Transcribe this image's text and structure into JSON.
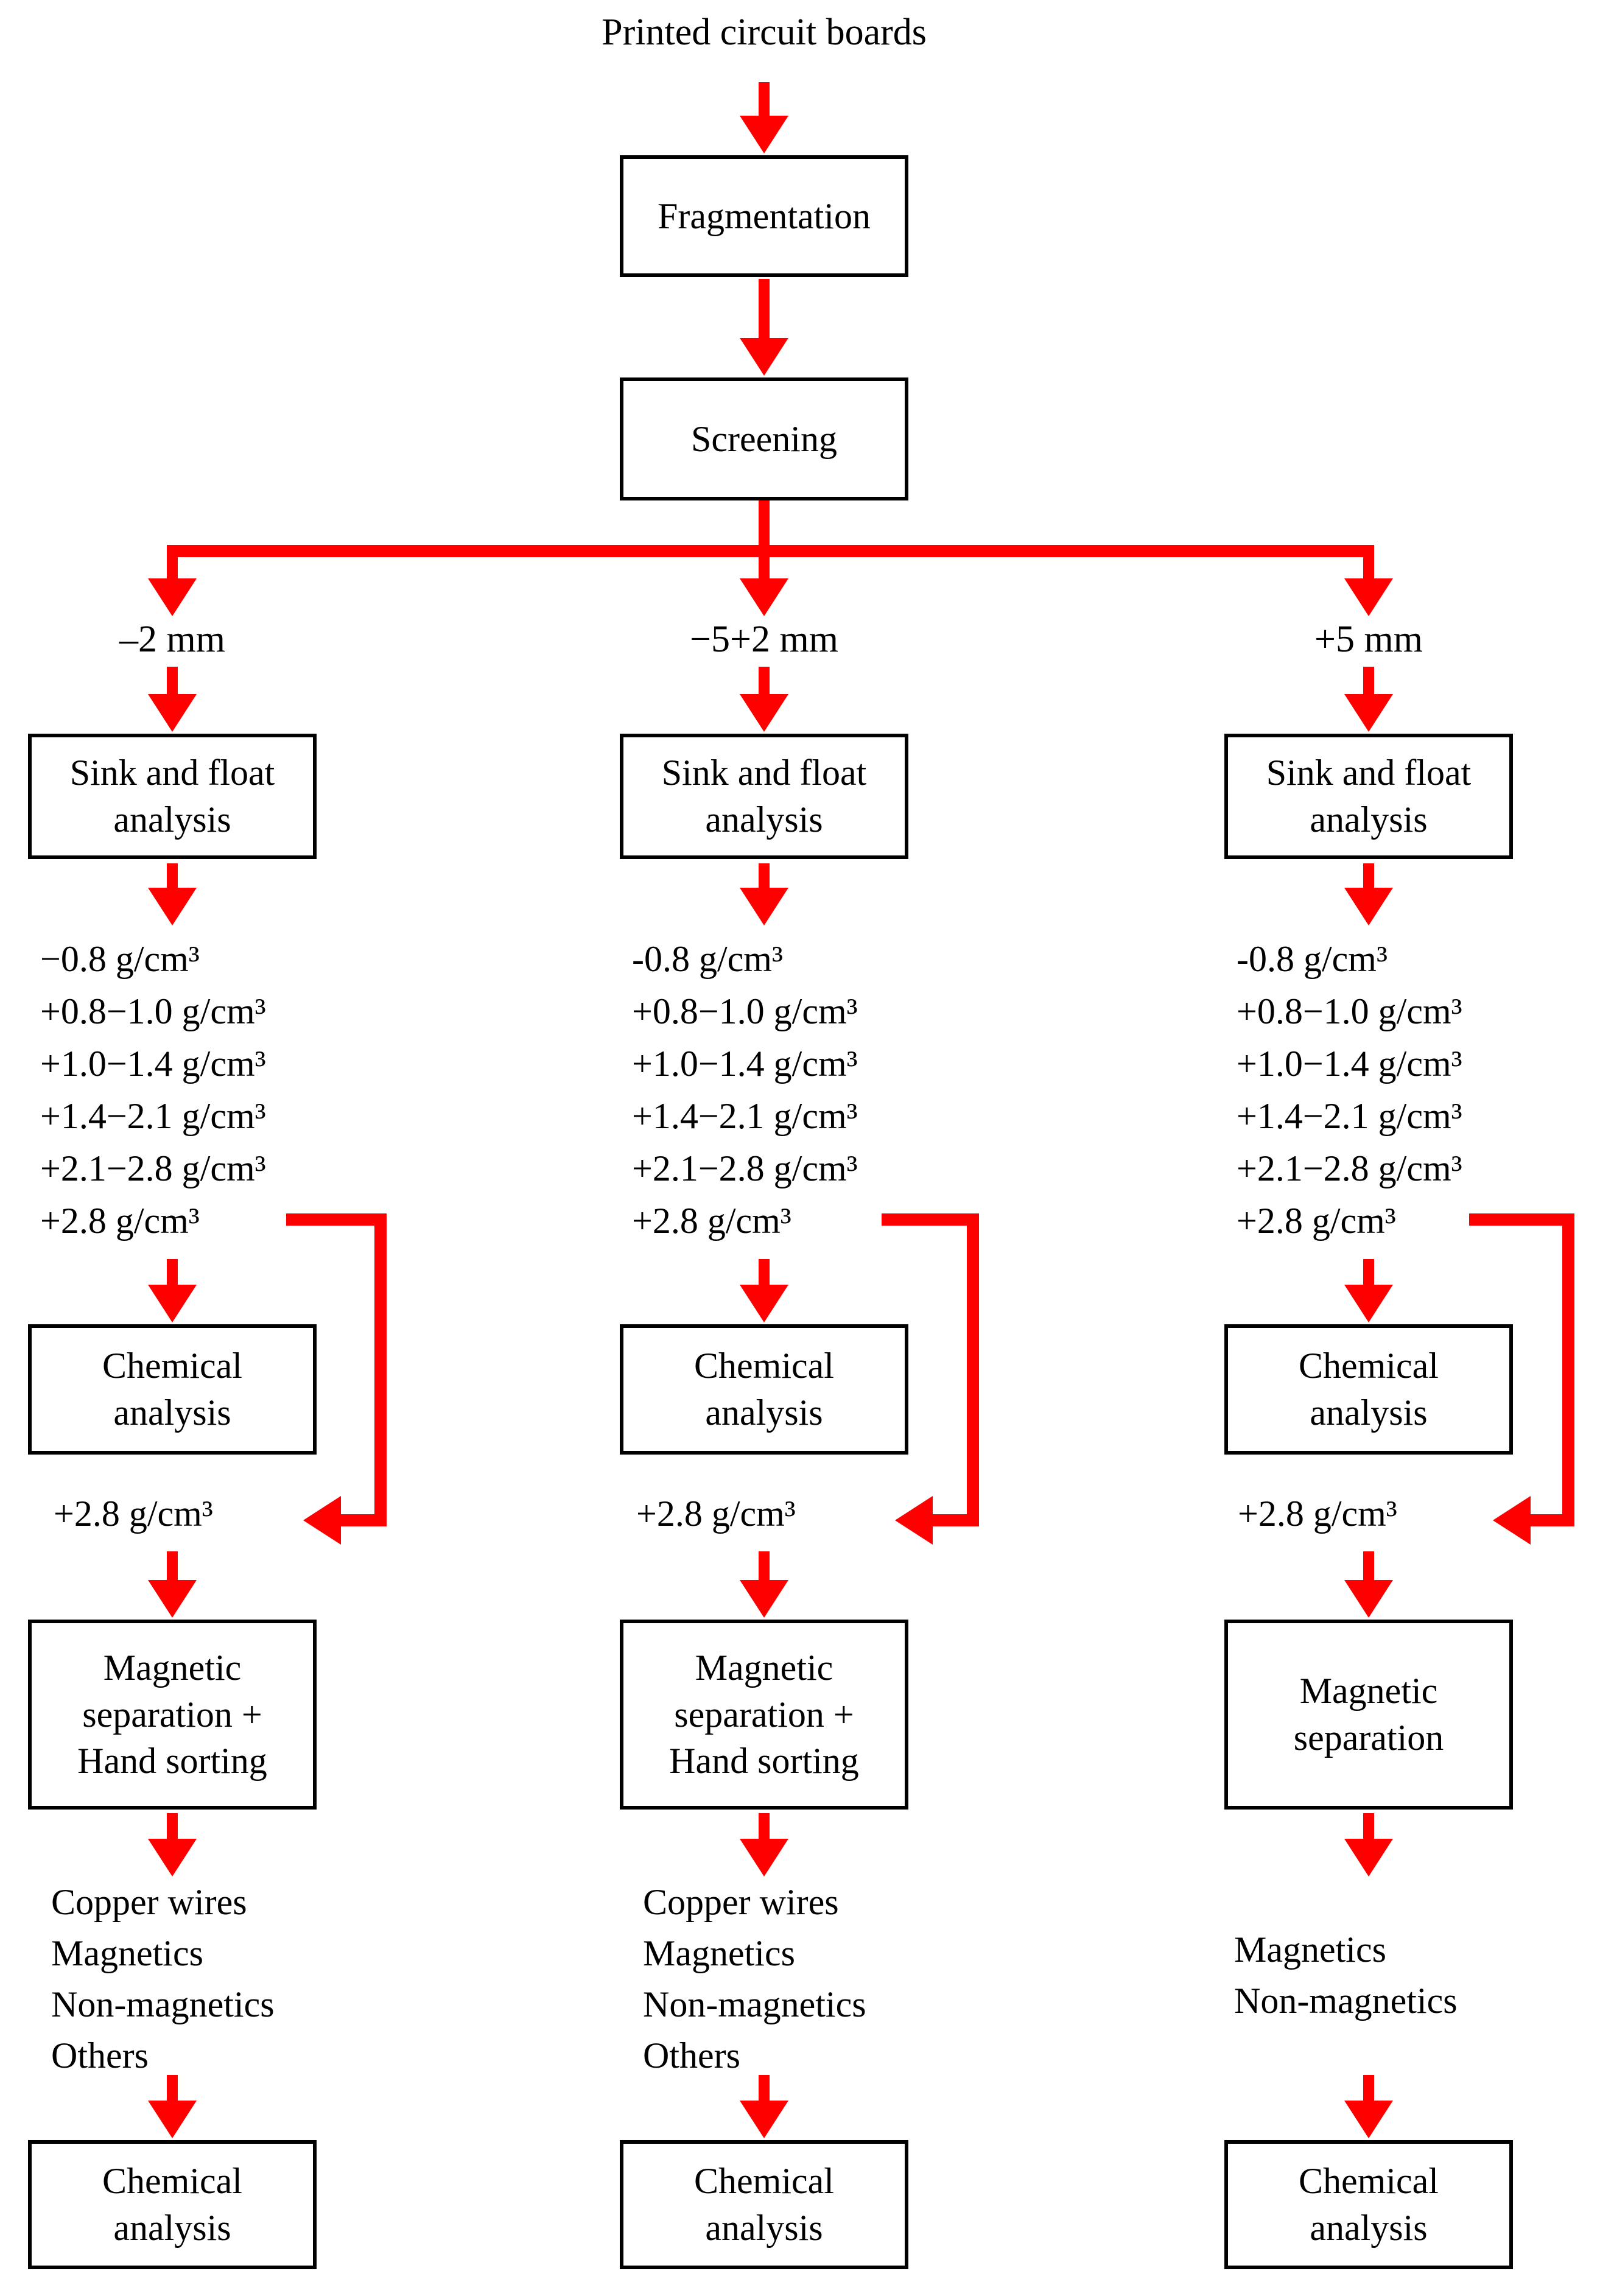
{
  "title": "Printed circuit boards",
  "process": {
    "fragmentation": "Fragmentation",
    "screening": "Screening"
  },
  "columns": [
    {
      "branch_label": "–2 mm",
      "sink_float": [
        "Sink and float",
        "analysis"
      ],
      "density_fractions": [
        "−0.8 g/cm³",
        "+0.8−1.0 g/cm³",
        "+1.0−1.4 g/cm³",
        "+1.4−2.1 g/cm³",
        "+2.1−2.8 g/cm³",
        "+2.8 g/cm³"
      ],
      "chemical_analysis": [
        "Chemical",
        "analysis"
      ],
      "heavy_fraction_label": "+2.8 g/cm³",
      "separation": [
        "Magnetic",
        "separation +",
        "Hand sorting"
      ],
      "outputs": [
        "Copper wires",
        "Magnetics",
        "Non-magnetics",
        "Others"
      ],
      "final_analysis": [
        "Chemical",
        "analysis"
      ]
    },
    {
      "branch_label": "−5+2 mm",
      "sink_float": [
        "Sink and float",
        "analysis"
      ],
      "density_fractions": [
        "-0.8 g/cm³",
        "+0.8−1.0 g/cm³",
        "+1.0−1.4 g/cm³",
        "+1.4−2.1 g/cm³",
        "+2.1−2.8 g/cm³",
        "+2.8 g/cm³"
      ],
      "chemical_analysis": [
        "Chemical",
        "analysis"
      ],
      "heavy_fraction_label": "+2.8 g/cm³",
      "separation": [
        "Magnetic",
        "separation +",
        "Hand sorting"
      ],
      "outputs": [
        "Copper wires",
        "Magnetics",
        "Non-magnetics",
        "Others"
      ],
      "final_analysis": [
        "Chemical",
        "analysis"
      ]
    },
    {
      "branch_label": "+5 mm",
      "sink_float": [
        "Sink and float",
        "analysis"
      ],
      "density_fractions": [
        "-0.8 g/cm³",
        "+0.8−1.0 g/cm³",
        "+1.0−1.4 g/cm³",
        "+1.4−2.1 g/cm³",
        "+2.1−2.8 g/cm³",
        "+2.8 g/cm³"
      ],
      "chemical_analysis": [
        "Chemical",
        "analysis"
      ],
      "heavy_fraction_label": "+2.8 g/cm³",
      "separation": [
        "Magnetic",
        "separation"
      ],
      "outputs": [
        "Magnetics",
        "Non-magnetics"
      ],
      "final_analysis": [
        "Chemical",
        "analysis"
      ]
    }
  ],
  "colors": {
    "arrow": "#ff0000",
    "border": "#000000",
    "text": "#000000",
    "bg": "#ffffff"
  }
}
